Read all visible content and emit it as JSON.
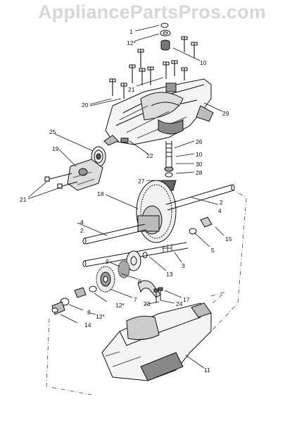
{
  "watermark": "AppliancePartsPros.com",
  "callouts": [
    "1",
    "12*",
    "10",
    "21",
    "20",
    "29",
    "25",
    "19",
    "22",
    "26",
    "10",
    "30",
    "28",
    "27",
    "21",
    "18",
    "2",
    "4",
    "4",
    "2",
    "15",
    "5",
    "3",
    "13",
    "9",
    "6",
    "7",
    "12*",
    "8",
    "12*",
    "14",
    "23",
    "24",
    "17",
    "11"
  ],
  "colors": {
    "ink": "#111111",
    "shade": "#444444",
    "watermark": "#d7d7d7"
  }
}
